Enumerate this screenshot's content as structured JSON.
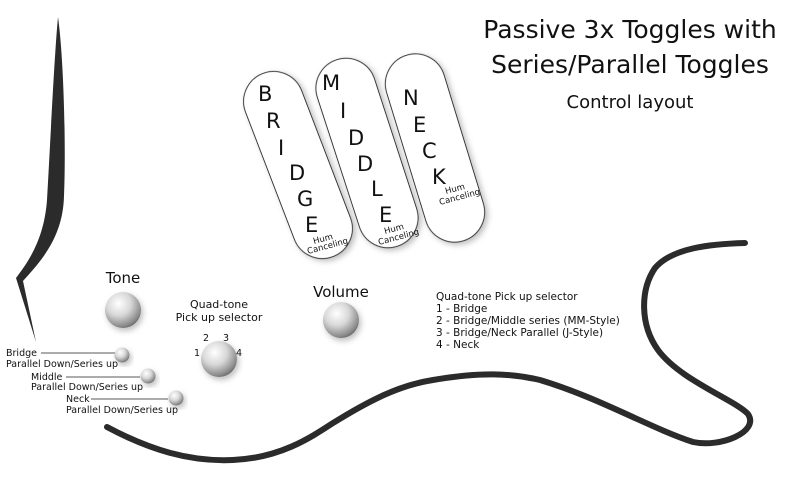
{
  "title": {
    "line1": "Passive 3x Toggles with",
    "line2": "Series/Parallel Toggles",
    "subtitle": "Control layout"
  },
  "pickups": [
    {
      "name": "BRIDGE",
      "letters": [
        "B",
        "R",
        "I",
        "D",
        "G",
        "E"
      ],
      "note1": "Hum",
      "note2": "Canceling"
    },
    {
      "name": "MIDDLE",
      "letters": [
        "M",
        "I",
        "D",
        "D",
        "L",
        "E"
      ],
      "note1": "Hum",
      "note2": "Canceling"
    },
    {
      "name": "NECK",
      "letters": [
        "N",
        "E",
        "C",
        "K"
      ],
      "note1": "Hum",
      "note2": "Canceling"
    }
  ],
  "knobs": {
    "tone": "Tone",
    "volume": "Volume",
    "selector_label1": "Quad-tone",
    "selector_label2": "Pick up selector",
    "positions": [
      "1",
      "2",
      "3",
      "4"
    ]
  },
  "toggles": [
    {
      "name": "Bridge",
      "desc": "Parallel Down/Series up"
    },
    {
      "name": "Middle",
      "desc": "Parallel Down/Series up"
    },
    {
      "name": "Neck",
      "desc": "Parallel Down/Series up"
    }
  ],
  "legend": {
    "heading": "Quad-tone Pick up selector",
    "items": [
      "1 - Bridge",
      "2 - Bridge/Middle series (MM-Style)",
      "3 - Bridge/Neck Parallel (J-Style)",
      "4 - Neck"
    ]
  },
  "colors": {
    "outline": "#2b2b2b",
    "text": "#111111"
  }
}
